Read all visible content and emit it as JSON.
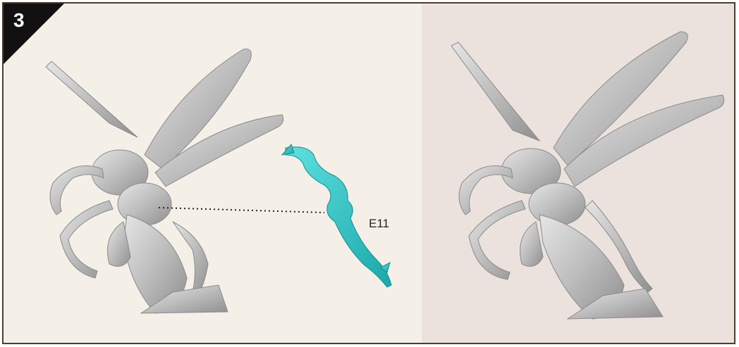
{
  "step": {
    "number": "3"
  },
  "callout": {
    "part_label": "E11"
  },
  "colors": {
    "frame_border": "#4a3f2a",
    "left_panel_bg": "#f4f0e8",
    "right_panel_bg": "#ece2dd",
    "highlight_part": "#2ec4c4",
    "miniature_grey": "#c9c9c9",
    "badge_bg": "#111111"
  },
  "figures": [
    {
      "name": "wasp-miniature-before",
      "panel": "left"
    },
    {
      "name": "leg-part-e11",
      "panel": "left",
      "highlighted": true
    },
    {
      "name": "wasp-miniature-assembled",
      "panel": "right"
    }
  ]
}
